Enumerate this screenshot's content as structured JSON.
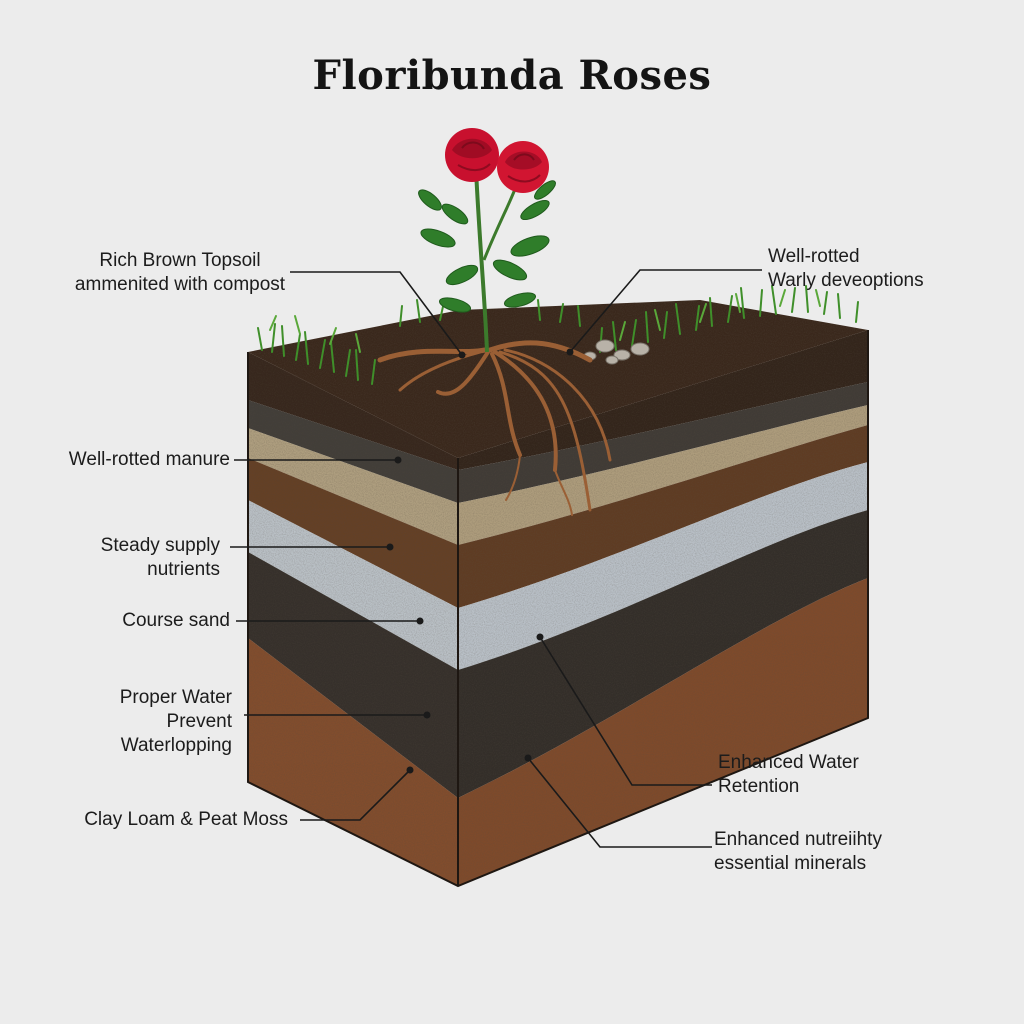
{
  "title": "Floribunda Roses",
  "labels": {
    "topsoil": [
      "Rich Brown Topsoil",
      "ammenited with compost"
    ],
    "well_rotted_right": [
      "Well-rotted",
      "Warly deveoptions"
    ],
    "manure": [
      "Well-rotted manure"
    ],
    "steady": [
      "Steady supply",
      "nutrients"
    ],
    "sand": [
      "Course sand"
    ],
    "water": [
      "Proper Water",
      "Prevent",
      "Waterlopping"
    ],
    "clay": [
      "Clay Loam & Peat Moss"
    ],
    "retention": [
      "Enhanced Water",
      "Retention"
    ],
    "minerals": [
      "Enhanced nutreiihty",
      "essential minerals"
    ]
  },
  "colors": {
    "background": "#ececec",
    "rose": "#c8102e",
    "grass": "#3f8f2a",
    "topsoil": "#3b2a1f",
    "dark_gravel": "#47423d",
    "sand": "#b9a887",
    "brown_layer": "#6b4428",
    "light_gravel": "#c4cbd1",
    "dark_rock": "#3a342e",
    "clay": "#8a5230"
  }
}
